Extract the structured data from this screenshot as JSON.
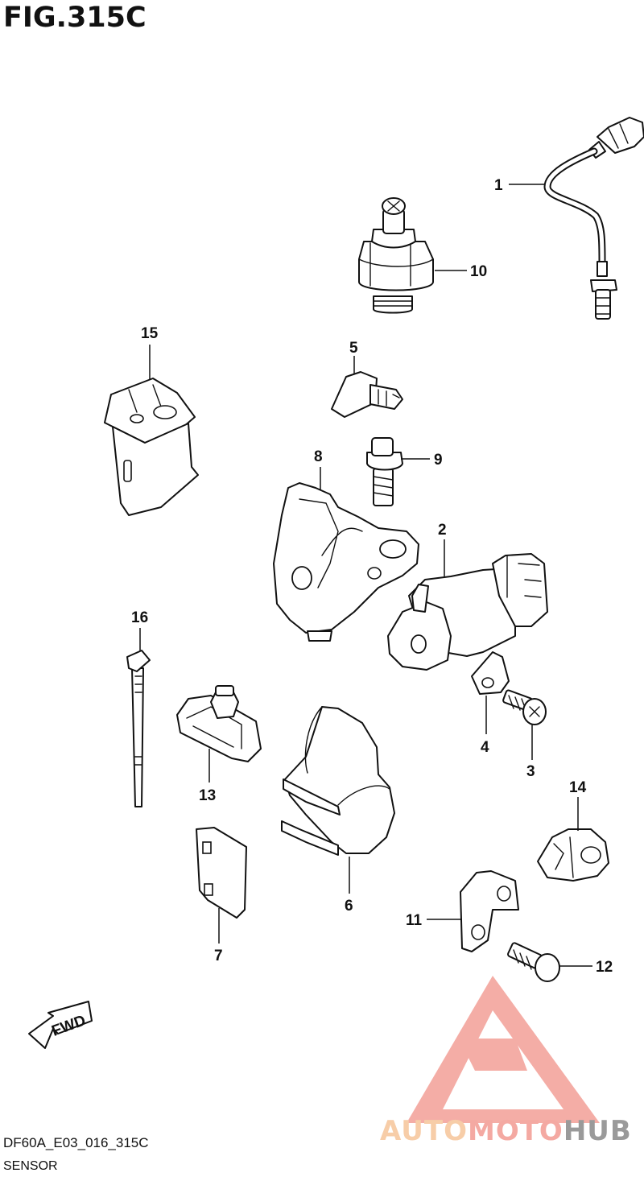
{
  "figure": {
    "title": "FIG.315C",
    "code": "DF60A_E03_016_315C",
    "name": "SENSOR"
  },
  "direction_arrow": {
    "label": "FWD"
  },
  "callouts": [
    "1",
    "2",
    "3",
    "4",
    "5",
    "6",
    "7",
    "8",
    "9",
    "10",
    "11",
    "12",
    "13",
    "14",
    "15",
    "16"
  ],
  "watermark": {
    "part1": "AUTO",
    "part2": "MOTO",
    "part3": "HUB"
  },
  "colors": {
    "line": "#111111",
    "watermark_red": "#f4a9a2",
    "watermark_orange": "#f7cda8",
    "watermark_gray": "#9a9a9a"
  }
}
